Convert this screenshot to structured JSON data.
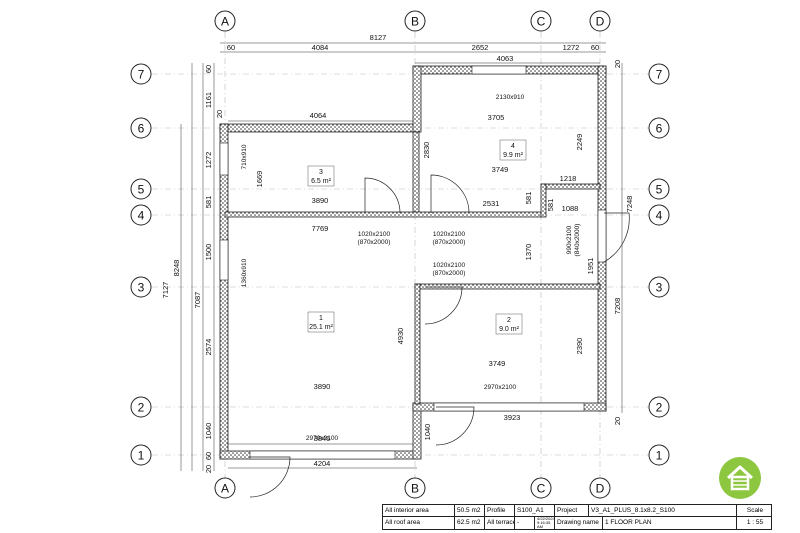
{
  "grid": {
    "columns": [
      "A",
      "B",
      "C",
      "D"
    ],
    "rows": [
      "7",
      "6",
      "5",
      "4",
      "3",
      "2",
      "1"
    ]
  },
  "dimensions": {
    "top_total": "8127",
    "top_segments": [
      "60",
      "4084",
      "2652",
      "1272",
      "60"
    ],
    "top_inner": "4063",
    "left_total_outer": "7127",
    "left_total_inner": "8248",
    "left_middle": "7087",
    "left_segments": [
      "20",
      "60",
      "1161",
      "1272",
      "581",
      "1500",
      "2574",
      "1040",
      "60",
      "20"
    ],
    "right_outer": "7248",
    "right_inner": "7208",
    "right_small_top": "20",
    "right_small_bottom": "20",
    "bottom_total": "4204",
    "bottom_inner": "3846",
    "inner_4064": "4064",
    "inner_3705": "3705",
    "inner_3890a": "3890",
    "inner_3890b": "3890",
    "inner_7769": "7769",
    "inner_3749a": "3749",
    "inner_3749b": "3749",
    "inner_2531": "2531",
    "inner_1218": "1218",
    "inner_1088": "1088",
    "inner_3923": "3923",
    "v_1669": "1669",
    "v_2830": "2830",
    "v_2249": "2249",
    "v_581": "581",
    "v_1370": "1370",
    "v_1951": "1951",
    "v_4930": "4930",
    "v_2390": "2390",
    "v_1040": "1040"
  },
  "openings": {
    "win_2130": "2130x910",
    "win_710": "710x910",
    "win_1360": "1360x910",
    "door_b1": "1020x2100",
    "door_b1_sub": "(870x2000)",
    "door_b2": "1020x2100",
    "door_b2_sub": "(870x2000)",
    "door_b3": "1020x2100",
    "door_b3_sub": "(870x2000)",
    "door_side": "990x2100",
    "door_side_sub": "(840x2000)",
    "door_2970a": "2970x2100",
    "door_2970b": "2970x2100"
  },
  "rooms": [
    {
      "num": "1",
      "area": "25.1 m²"
    },
    {
      "num": "2",
      "area": "9.0 m²"
    },
    {
      "num": "3",
      "area": "6.5 m²"
    },
    {
      "num": "4",
      "area": "9.9 m²"
    }
  ],
  "title_block": {
    "interior_label": "All interior area",
    "interior_value": "50.5 m2",
    "roof_label": "All roof area",
    "roof_value": "62.5 m2",
    "profile_label": "Profile",
    "profile_value": "S100_A1",
    "terrace_label": "All terrace",
    "terrace_value": "-",
    "date_value": "4/22/2024 9:16:35 AM",
    "project_label": "Project",
    "project_value": "V3_A1_PLUS_8.1x8.2_S100",
    "drawing_label": "Drawing name",
    "drawing_value": "1 FLOOR PLAN",
    "scale_label": "Scale",
    "scale_value": "1 : 55"
  },
  "colors": {
    "logo_green": "#8dc63f",
    "wall": "#222222"
  },
  "logo_icon": "house-logo-icon"
}
